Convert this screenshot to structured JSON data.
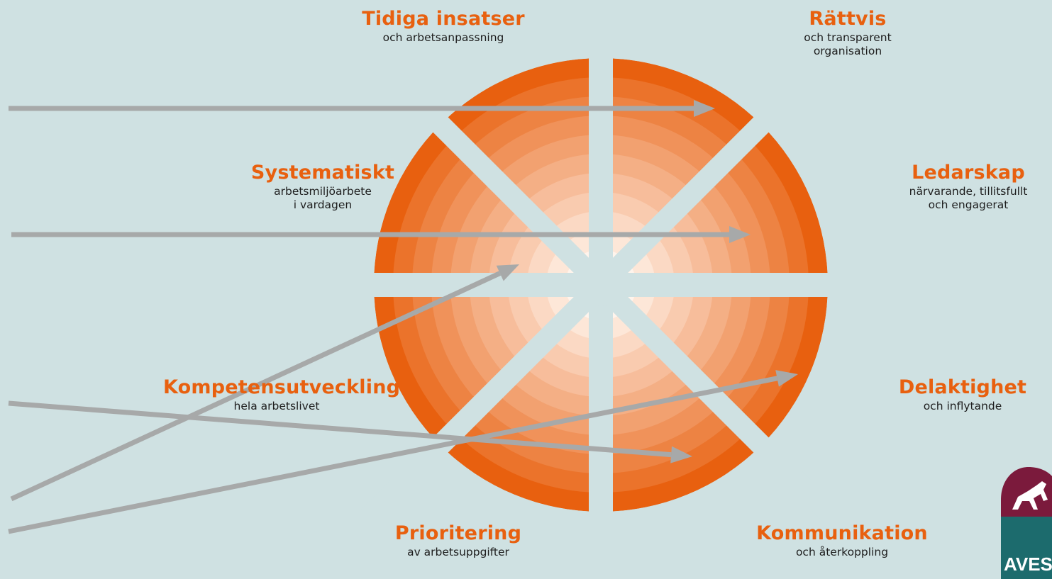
{
  "segments": [
    {
      "title": "Tidiga insatser",
      "sub1": "och arbetsanpassning",
      "sub2": ""
    },
    {
      "title": "Rättvis",
      "sub1": "och transparent",
      "sub2": "organisation"
    },
    {
      "title": "Systematiskt",
      "sub1": "arbetsmiljöarbete",
      "sub2": "i vardagen"
    },
    {
      "title": "Ledarskap",
      "sub1": "närvarande, tillitsfullt",
      "sub2": "och engagerat"
    },
    {
      "title": "Kompetensutveckling",
      "sub1": "hela arbetslivet",
      "sub2": ""
    },
    {
      "title": "Delaktighet",
      "sub1": "och inflytande",
      "sub2": ""
    },
    {
      "title": "Prioritering",
      "sub1": "av arbetsuppgifter",
      "sub2": ""
    },
    {
      "title": "Kommunikation",
      "sub1": "och återkoppling",
      "sub2": ""
    }
  ],
  "logo": {
    "text": "AVES",
    "icon": "dog-logo-icon"
  },
  "colors": {
    "background": "#cfe1e2",
    "outer_ring": "#e8600f",
    "center_ring": "#fff4ec",
    "title": "#e8600f",
    "arrow": "#a7a9a9"
  }
}
